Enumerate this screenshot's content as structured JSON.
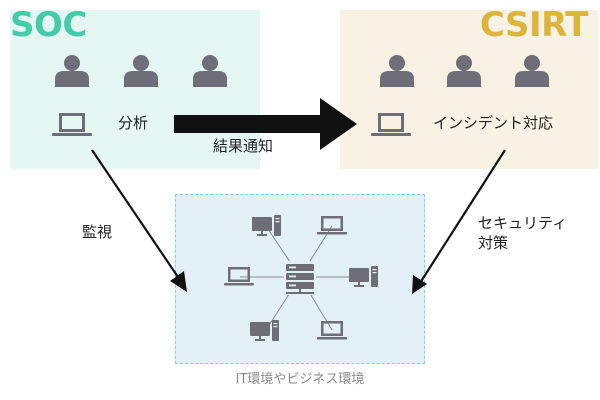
{
  "soc": {
    "title": "SOC",
    "activity": "分析",
    "members_icon": "person-icon",
    "device_icon": "laptop-icon",
    "color": "#44cca8",
    "background": "#e4f7f2"
  },
  "csirt": {
    "title": "CSIRT",
    "activity": "インシデント対応",
    "members_icon": "person-icon",
    "device_icon": "laptop-icon",
    "color": "#ddb43c",
    "background": "#f8f2e4"
  },
  "flows": {
    "report": "結果通知",
    "monitor": "監視",
    "security_measures": "セキュリティ\n対策"
  },
  "environment": {
    "label": "IT環境やビジネス環境",
    "hub_icon": "server-icon",
    "node_icons": [
      "desktop-icon",
      "laptop-icon",
      "desktop-icon",
      "desktop-icon",
      "laptop-icon",
      "laptop-icon"
    ],
    "background": "#e3f0f7",
    "border": "#8dc8e8"
  },
  "colors": {
    "icon": "#6e6e78",
    "arrow": "#111111"
  }
}
